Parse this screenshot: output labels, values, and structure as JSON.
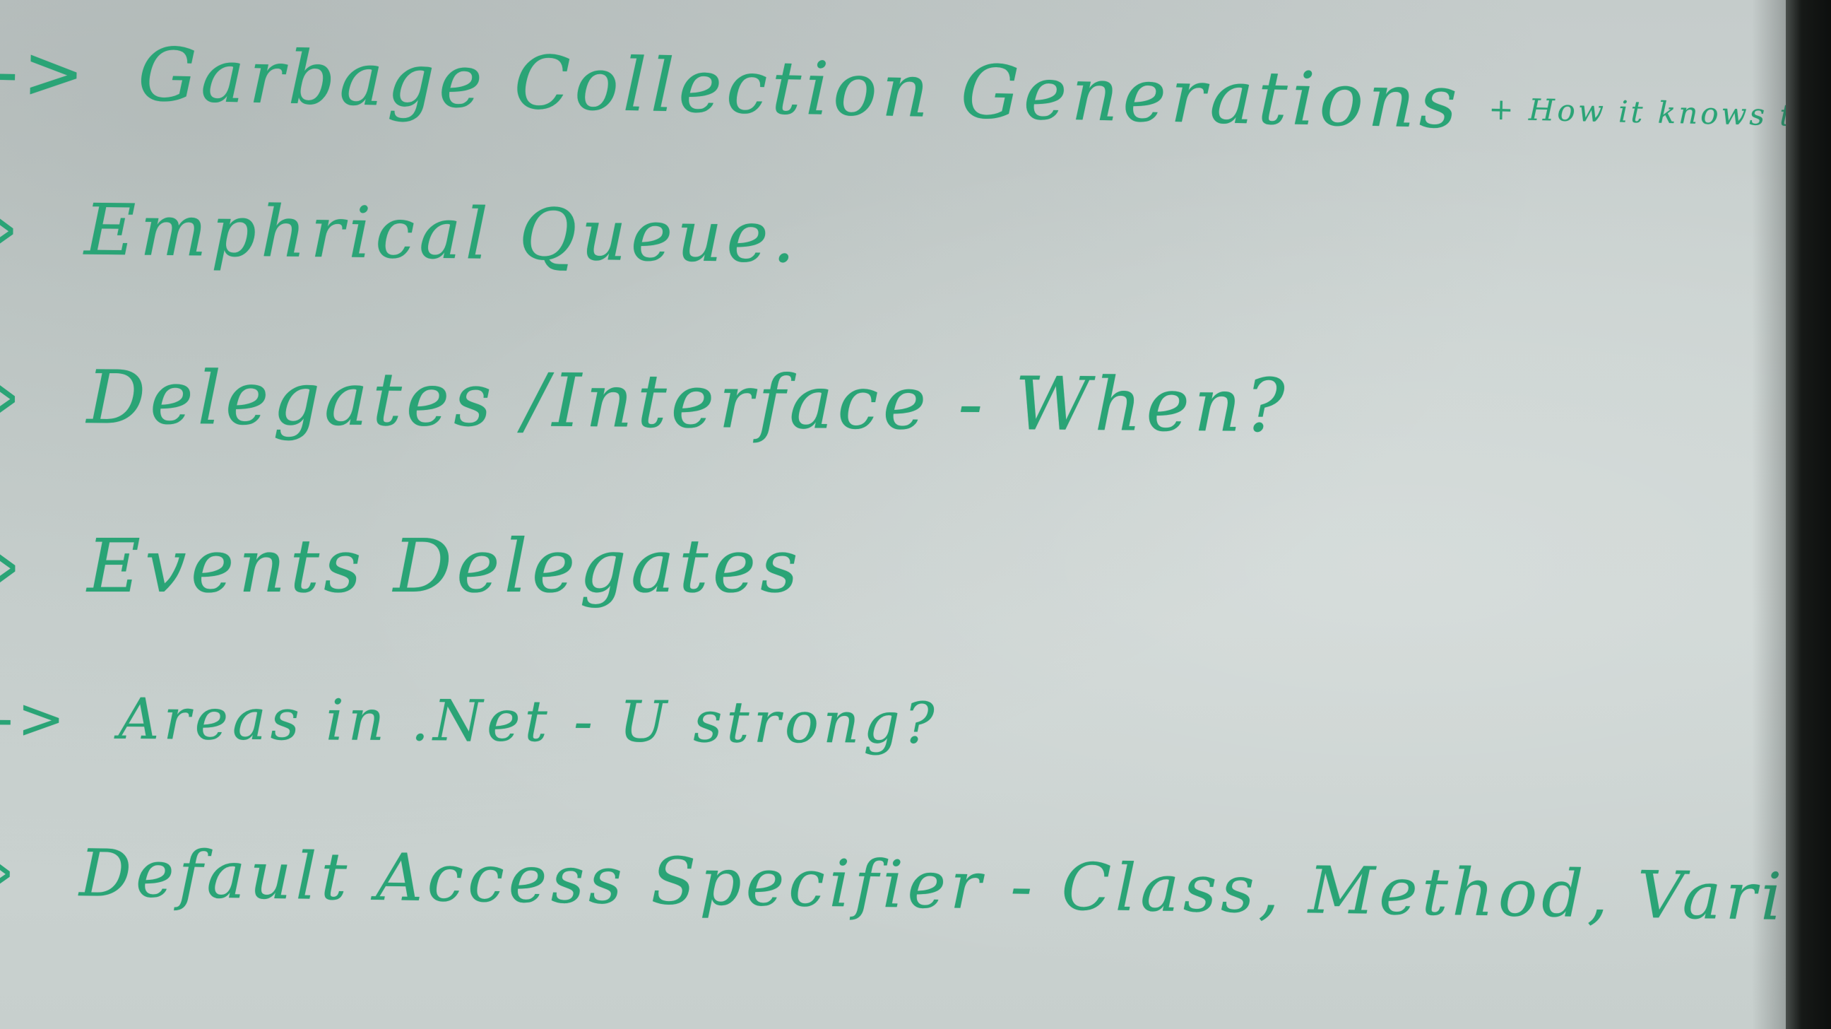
{
  "whiteboard": {
    "lines": [
      {
        "marker": "->",
        "text": "Garbage Collection Generations",
        "extra": "+ How it knows to Collect Garbage"
      },
      {
        "marker": ">",
        "text": "Emphrical Queue."
      },
      {
        "marker": ">",
        "text": "Delegates /Interface - When?"
      },
      {
        "marker": ">",
        "text": "Events Delegates"
      },
      {
        "marker": "->",
        "text": "Areas in .Net - U strong?"
      },
      {
        "marker": ">",
        "text": "Default Access Specifier - Class, Method, Variable"
      }
    ]
  },
  "colors": {
    "marker_ink": "#2aa476",
    "board": "#cbd3d1",
    "frame": "#0d0f0e"
  }
}
